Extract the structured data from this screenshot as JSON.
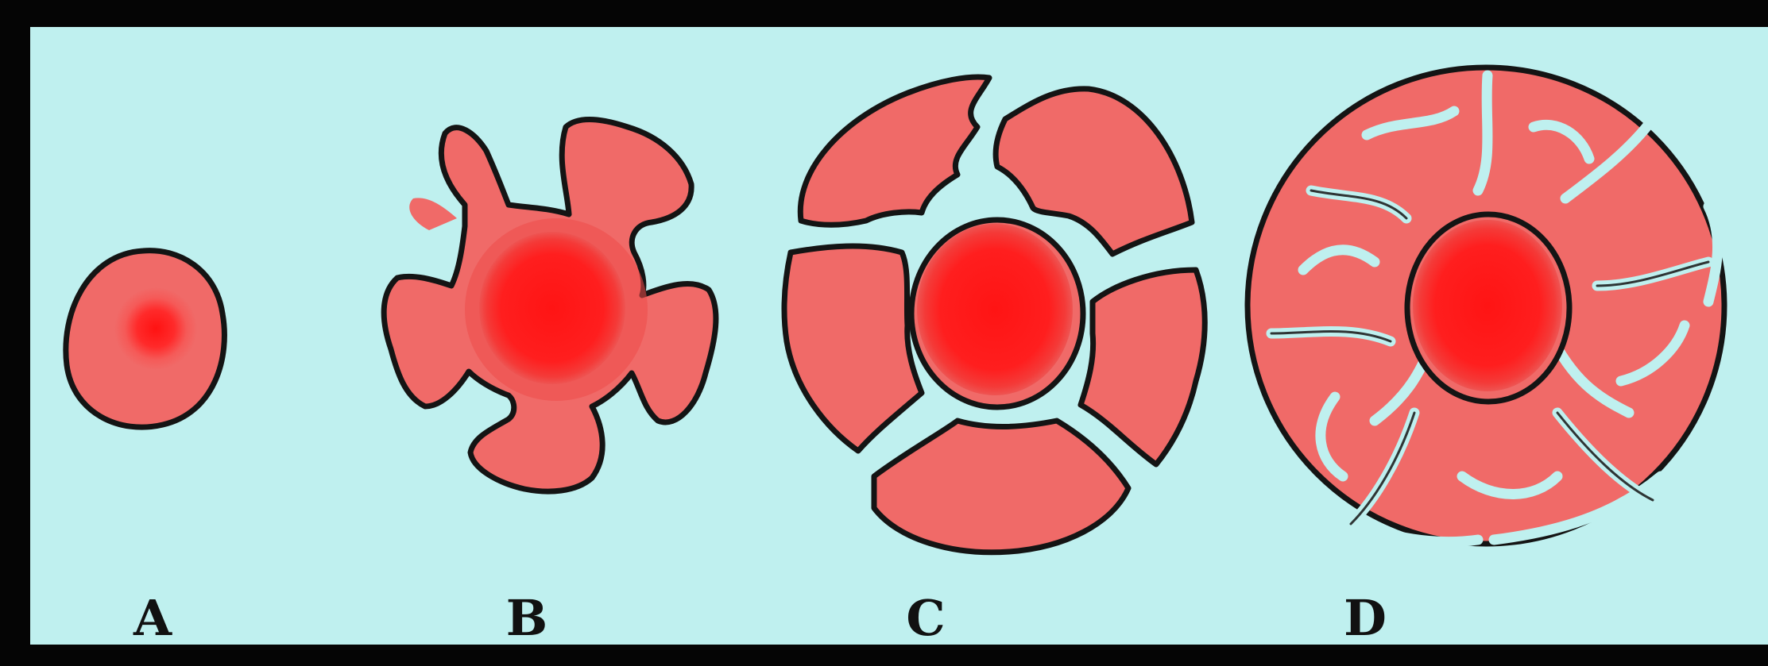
{
  "diagram": {
    "stages": [
      {
        "id": "A",
        "label": "A"
      },
      {
        "id": "B",
        "label": "B"
      },
      {
        "id": "C",
        "label": "C"
      },
      {
        "id": "D",
        "label": "D"
      }
    ],
    "colors": {
      "background": "#bff0ef",
      "frame": "#050505",
      "body": "#f06a68",
      "outline": "#141414",
      "core": "#ff1a1a"
    }
  }
}
